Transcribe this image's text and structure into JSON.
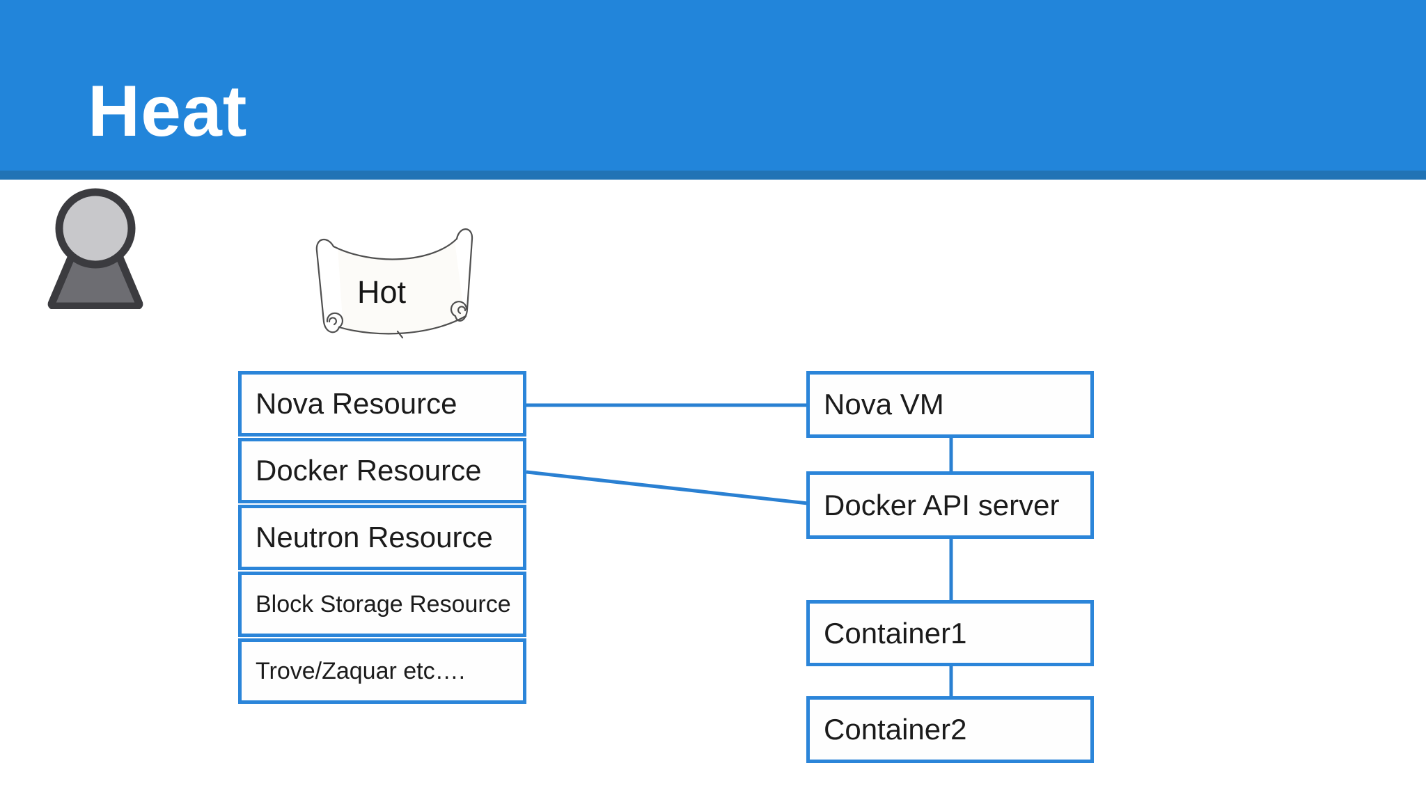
{
  "header": {
    "title": "Heat"
  },
  "theme": {
    "header_bg": "#2285da",
    "header_strip": "#2173b5",
    "accent_blue": "#2b85d9",
    "connector_blue": "#2a80d2",
    "box_bg": "#fefefe",
    "text_color": "#1b1b1b",
    "canvas_bg": "#ffffff"
  },
  "icons": {
    "user": "user-silhouette-icon",
    "scroll": "hot-template-scroll-icon"
  },
  "scroll": {
    "label": "Hot"
  },
  "left_column": {
    "items": [
      "Nova Resource",
      "Docker Resource",
      "Neutron Resource",
      "Block Storage Resource",
      "Trove/Zaquar etc…."
    ]
  },
  "right_column": {
    "items": [
      "Nova VM",
      "Docker API server",
      "Container1",
      "Container2"
    ]
  },
  "connections": [
    {
      "from": "Nova Resource",
      "to": "Nova VM"
    },
    {
      "from": "Docker Resource",
      "to": "Docker API server"
    },
    {
      "from": "Nova VM",
      "to": "Docker API server"
    },
    {
      "from": "Docker API server",
      "to": "Container1"
    },
    {
      "from": "Container1",
      "to": "Container2"
    }
  ]
}
